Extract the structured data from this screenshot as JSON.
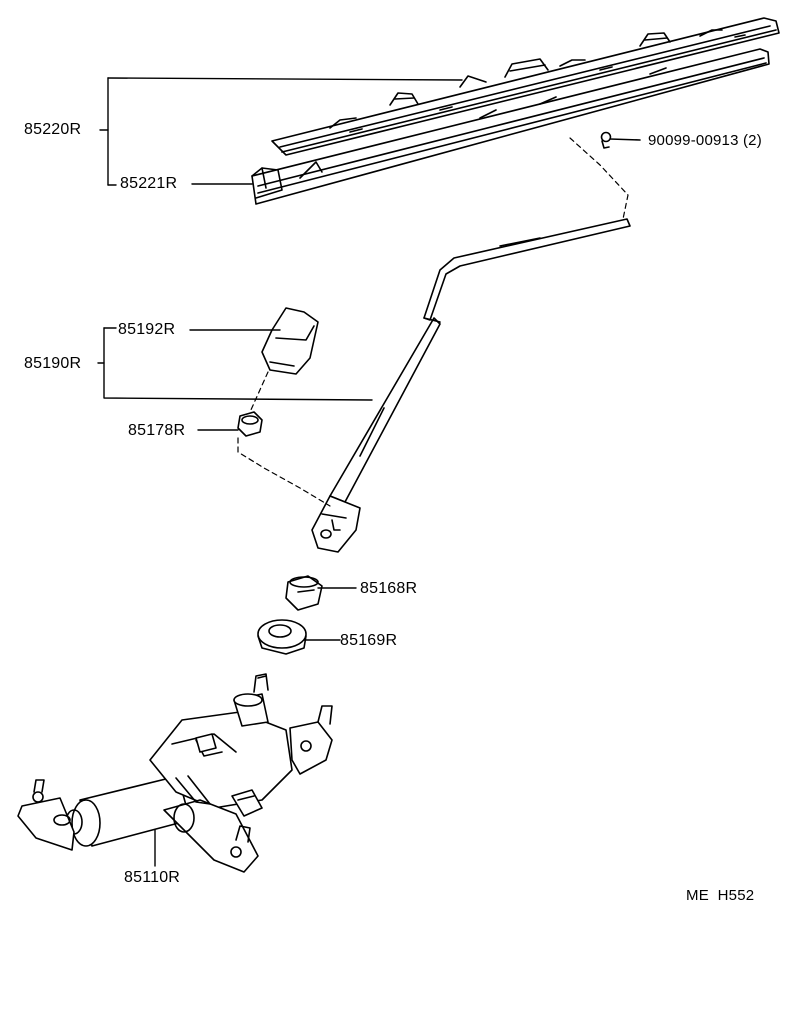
{
  "diagram": {
    "parts": {
      "blade_assembly": "85220R",
      "blade_refill": "85221R",
      "screw": "90099-00913 (2)",
      "arm_assembly": "85190R",
      "arm_cap": "85192R",
      "arm_nut": "85178R",
      "cushion": "85168R",
      "washer": "85169R",
      "motor_assembly": "85110R"
    },
    "reference_code": "ME  H552"
  },
  "colors": {
    "ink": "#000000",
    "paper": "#ffffff"
  }
}
